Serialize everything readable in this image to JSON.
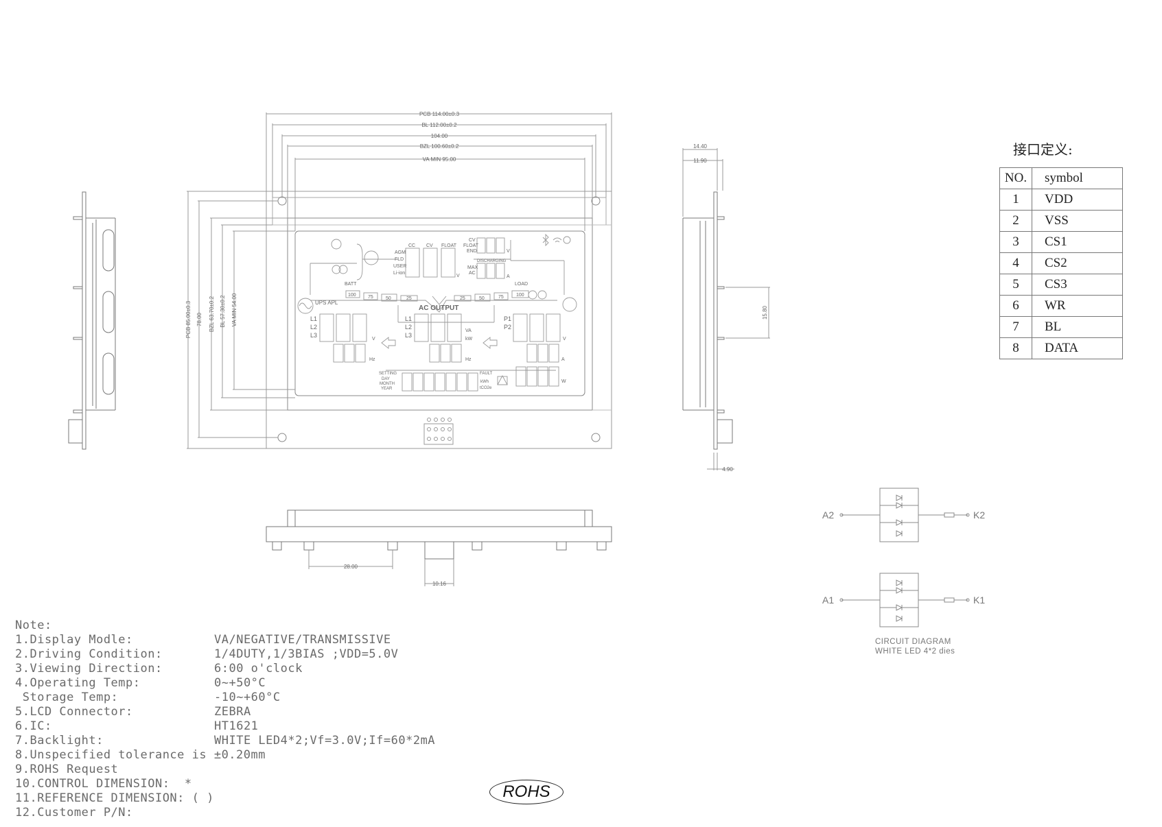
{
  "dimensions": {
    "pcb_width": "PCB 114.00±0.3",
    "bl_width": "BL 112.00±0.2",
    "hole_pitch": "104.00",
    "bzl_width": "BZL 100.60±0.2",
    "va_width": "VA MIN 95.00",
    "pcb_height": "PCB 85.00±0.3",
    "hole_pitch_v": "78.00",
    "bzl_height": "BZL 63.70±0.2",
    "bl_height": "BL 57.30±0.2",
    "va_height": "VA MIN 54.00",
    "side_total": "14.40",
    "side_inner": "11.90",
    "side_pin": "15.80",
    "side_pcb": "4.90",
    "bottom_pitch": "28.00",
    "bottom_conn": "10.16"
  },
  "lcd": {
    "tags_left": [
      "AGM",
      "FLD",
      "USER",
      "Li-ion"
    ],
    "tags_top": [
      "CC",
      "CV",
      "FLOAT"
    ],
    "cv_float_end": [
      "CV",
      "FLOAT",
      "END"
    ],
    "discharging": "DISCHARGING",
    "max_ac": [
      "MAX",
      "AC"
    ],
    "batt": "BATT",
    "load": "LOAD",
    "batt_scale": [
      "100",
      "75",
      "50",
      "25"
    ],
    "load_scale": [
      "25",
      "50",
      "75",
      "100"
    ],
    "ups_apl": "UPS APL",
    "ac_output": "AC OUTPUT",
    "l_labels": [
      "L1",
      "L2",
      "L3"
    ],
    "p_labels": [
      "P1",
      "P2"
    ],
    "unit_v": "V",
    "unit_a": "A",
    "unit_hz": "Hz",
    "unit_w": "W",
    "unit_kw": "kW",
    "unit_va": "VA",
    "period": [
      "SETTING",
      "DAY",
      "MONTH",
      "YEAR"
    ],
    "fault": "FAULT",
    "kwh": "kWh",
    "co2": "tCO2e"
  },
  "interface": {
    "title": "接口定义:",
    "header": [
      "NO.",
      "symbol"
    ],
    "rows": [
      [
        "1",
        "VDD"
      ],
      [
        "2",
        "VSS"
      ],
      [
        "3",
        "CS1"
      ],
      [
        "4",
        "CS2"
      ],
      [
        "5",
        "CS3"
      ],
      [
        "6",
        "WR"
      ],
      [
        "7",
        "BL"
      ],
      [
        "8",
        "DATA"
      ]
    ]
  },
  "circuit": {
    "a2": "A2",
    "k2": "K2",
    "a1": "A1",
    "k1": "K1",
    "caption1": "CIRCUIT DIAGRAM",
    "caption2": "WHITE LED 4*2 dies"
  },
  "notes": [
    {
      "k": "Note:",
      "v": ""
    },
    {
      "k": "1.Display Modle:",
      "v": "VA/NEGATIVE/TRANSMISSIVE"
    },
    {
      "k": "2.Driving Condition:",
      "v": "1/4DUTY,1/3BIAS ;VDD=5.0V"
    },
    {
      "k": "3.Viewing Direction:",
      "v": "6:00 o'clock"
    },
    {
      "k": "4.Operating Temp:",
      "v": "0~+50°C"
    },
    {
      "k": " Storage Temp:",
      "v": "-10~+60°C"
    },
    {
      "k": "5.LCD Connector:",
      "v": "ZEBRA"
    },
    {
      "k": "6.IC:",
      "v": "HT1621"
    },
    {
      "k": "7.Backlight:",
      "v": "WHITE LED4*2;Vf=3.0V;If=60*2mA"
    },
    {
      "k": "8.Unspecified tolerance is ±0.20mm",
      "v": ""
    },
    {
      "k": "9.ROHS Request",
      "v": ""
    },
    {
      "k": "10.CONTROL DIMENSION:  *",
      "v": ""
    },
    {
      "k": "11.REFERENCE DIMENSION: ( )",
      "v": ""
    },
    {
      "k": "12.Customer P/N:",
      "v": ""
    }
  ],
  "rohs": "ROHS"
}
